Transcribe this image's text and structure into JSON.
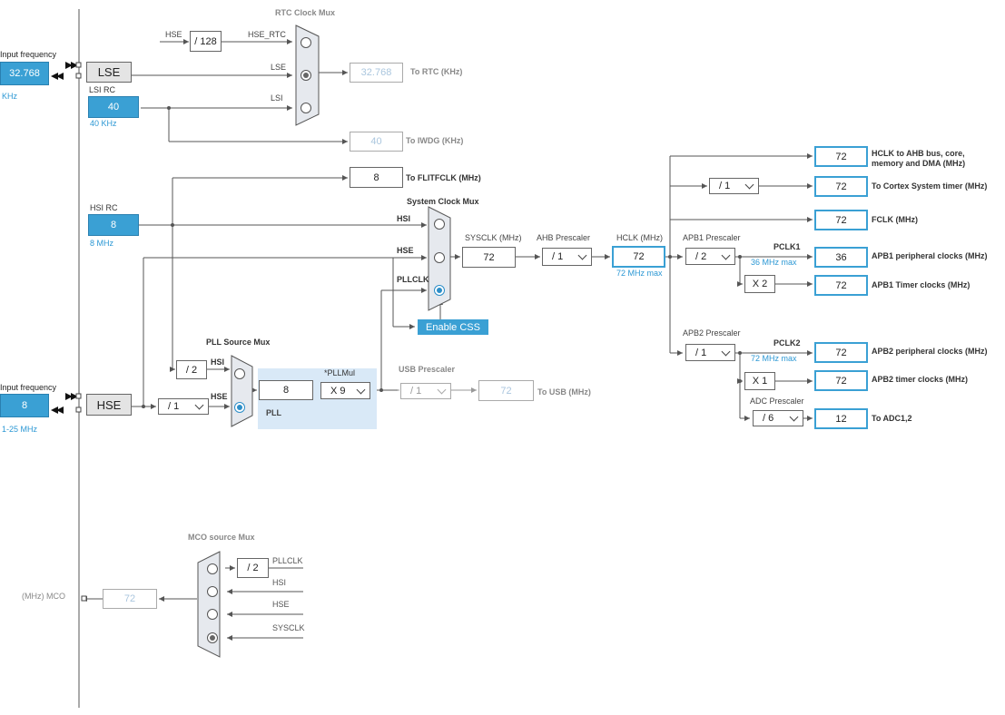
{
  "left_panel": {
    "input_freq_top_label": "Input frequency",
    "lse_input_value": "32.768",
    "lse_input_unit": "KHz",
    "lse_label": "LSE",
    "lsi_rc_label": "LSI RC",
    "lsi_value": "40",
    "lsi_sub": "40 KHz",
    "hsi_rc_label": "HSI RC",
    "hsi_value": "8",
    "hsi_sub": "8 MHz",
    "input_freq_bottom_label": "Input frequency",
    "hse_input_value": "8",
    "hse_input_range": "1-25 MHz",
    "hse_label": "HSE"
  },
  "rtc": {
    "title": "RTC Clock Mux",
    "hse_label": "HSE",
    "div_128": "/ 128",
    "hse_rtc_label": "HSE_RTC",
    "lse_label": "LSE",
    "lsi_label": "LSI",
    "out_value": "32.768",
    "out_label": "To RTC (KHz)",
    "iwdg_value": "40",
    "iwdg_label": "To IWDG (KHz)"
  },
  "flit": {
    "value": "8",
    "label": "To FLITFCLK (MHz)"
  },
  "sysmux": {
    "title": "System Clock Mux",
    "hsi_label": "HSI",
    "hse_label": "HSE",
    "pllclk_label": "PLLCLK",
    "enable_css": "Enable CSS",
    "sysclk_label": "SYSCLK (MHz)",
    "sysclk_value": "72",
    "ahb_label": "AHB Prescaler",
    "ahb_value": "/ 1",
    "hclk_label": "HCLK (MHz)",
    "hclk_value": "72",
    "hclk_max": "72 MHz max"
  },
  "outputs": {
    "hclk_ahb_value": "72",
    "hclk_ahb_label": "HCLK to AHB bus, core, memory and DMA (MHz)",
    "cortex_div": "/ 1",
    "cortex_value": "72",
    "cortex_label": "To Cortex System timer (MHz)",
    "fclk_value": "72",
    "fclk_label": "FCLK (MHz)",
    "apb1_prescaler_label": "APB1 Prescaler",
    "apb1_prescaler_value": "/ 2",
    "pclk1_label": "PCLK1",
    "pclk1_max": "36 MHz max",
    "apb1_periph_value": "36",
    "apb1_periph_label": "APB1 peripheral clocks (MHz)",
    "apb1_timer_mult": "X 2",
    "apb1_timer_value": "72",
    "apb1_timer_label": "APB1 Timer clocks (MHz)",
    "apb2_prescaler_label": "APB2 Prescaler",
    "apb2_prescaler_value": "/ 1",
    "pclk2_label": "PCLK2",
    "pclk2_max": "72 MHz max",
    "apb2_periph_value": "72",
    "apb2_periph_label": "APB2 peripheral clocks (MHz)",
    "apb2_timer_mult": "X 1",
    "apb2_timer_value": "72",
    "apb2_timer_label": "APB2 timer clocks (MHz)",
    "adc_prescaler_label": "ADC Prescaler",
    "adc_prescaler_value": "/ 6",
    "adc_value": "12",
    "adc_label": "To ADC1,2"
  },
  "pll": {
    "source_mux_title": "PLL Source Mux",
    "hsi_div": "/ 2",
    "hsi_label": "HSI",
    "hse_label": "HSE",
    "hse_div": "/ 1",
    "value": "8",
    "mul_label": "*PLLMul",
    "mul_value": "X 9",
    "pll_label": "PLL"
  },
  "usb": {
    "prescaler_label": "USB Prescaler",
    "prescaler_value": "/ 1",
    "value": "72",
    "label": "To USB (MHz)"
  },
  "mco": {
    "title": "MCO source Mux",
    "pllclk_div": "/ 2",
    "pllclk_label": "PLLCLK",
    "hsi_label": "HSI",
    "hse_label": "HSE",
    "sysclk_label": "SYSCLK",
    "value": "72",
    "label": "(MHz) MCO"
  },
  "colors": {
    "accent": "#3aa0d4",
    "pll_area": "#d9e9f7",
    "wire": "#555555"
  }
}
